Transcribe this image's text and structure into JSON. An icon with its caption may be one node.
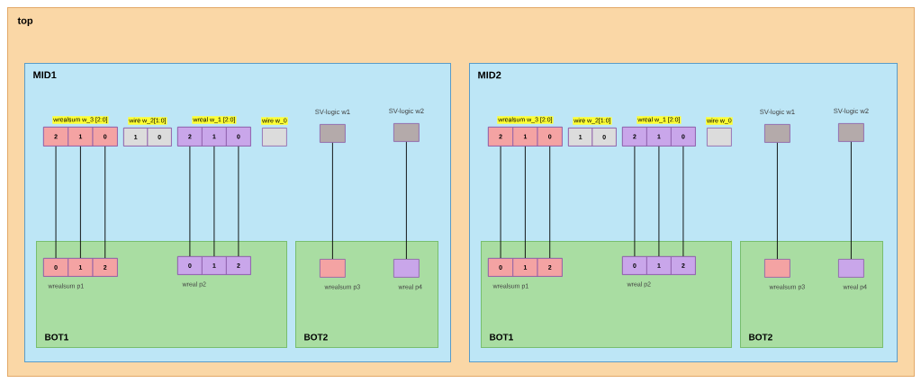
{
  "diagram": {
    "nodes": [
      {
        "text": [
          "top"
        ]
      },
      {
        "text": [
          "MID1"
        ],
        "in": 0
      },
      {
        "text": [
          "wrealsum w_3 [2:0]"
        ],
        "in": 1
      },
      {
        "text": [
          "2"
        ],
        "in": 2
      },
      {
        "text": [
          "1"
        ],
        "in": 2
      },
      {
        "text": [
          "0"
        ],
        "in": 2
      },
      {
        "text": [
          "wire w_2[1:0]"
        ],
        "in": 1
      },
      {
        "text": [
          "1"
        ],
        "in": 6
      },
      {
        "text": [
          "0"
        ],
        "in": 6
      },
      {
        "text": [
          "wreal w_1 [2:0]"
        ],
        "in": 1
      },
      {
        "text": [
          "2"
        ],
        "in": 9
      },
      {
        "text": [
          "1"
        ],
        "in": 9
      },
      {
        "text": [
          "0"
        ],
        "in": 9
      },
      {
        "text": [
          "wire w_0"
        ],
        "in": 1
      },
      {
        "text": [
          "SV-logic w1"
        ],
        "in": 1
      },
      {
        "text": [
          "SV-logic w2"
        ],
        "in": 1
      },
      {
        "text": [
          "BOT1"
        ],
        "in": 1
      },
      {
        "text": [
          "wrealsum p1"
        ],
        "in": 16
      },
      {
        "text": [
          "0"
        ],
        "in": 17
      },
      {
        "text": [
          "1"
        ],
        "in": 17
      },
      {
        "text": [
          "2"
        ],
        "in": 17
      },
      {
        "text": [
          "wreal p2"
        ],
        "in": 16
      },
      {
        "text": [
          "0"
        ],
        "in": 21
      },
      {
        "text": [
          "1"
        ],
        "in": 21
      },
      {
        "text": [
          "2"
        ],
        "in": 21
      },
      {
        "text": [
          "BOT2"
        ],
        "in": 1
      },
      {
        "text": [
          "wrealsum p3"
        ],
        "in": 25
      },
      {
        "text": [
          "wreal p4"
        ],
        "in": 25
      },
      {
        "text": [
          "MID2"
        ],
        "in": 0
      },
      {
        "text": [
          "wrealsum w_3 [2:0]"
        ],
        "in": 28
      },
      {
        "text": [
          "2"
        ],
        "in": 29
      },
      {
        "text": [
          "1"
        ],
        "in": 29
      },
      {
        "text": [
          "0"
        ],
        "in": 29
      },
      {
        "text": [
          "wire w_2[1:0]"
        ],
        "in": 28
      },
      {
        "text": [
          "1"
        ],
        "in": 33
      },
      {
        "text": [
          "0"
        ],
        "in": 33
      },
      {
        "text": [
          "wreal w_1 [2:0]"
        ],
        "in": 28
      },
      {
        "text": [
          "2"
        ],
        "in": 36
      },
      {
        "text": [
          "1"
        ],
        "in": 36
      },
      {
        "text": [
          "0"
        ],
        "in": 36
      },
      {
        "text": [
          "wire w_0"
        ],
        "in": 28
      },
      {
        "text": [
          "SV-logic w1"
        ],
        "in": 28
      },
      {
        "text": [
          "SV-logic w2"
        ],
        "in": 28
      },
      {
        "text": [
          "BOT1"
        ],
        "in": 28
      },
      {
        "text": [
          "wrealsum p1"
        ],
        "in": 43
      },
      {
        "text": [
          "0"
        ],
        "in": 44
      },
      {
        "text": [
          "1"
        ],
        "in": 44
      },
      {
        "text": [
          "2"
        ],
        "in": 44
      },
      {
        "text": [
          "wreal p2"
        ],
        "in": 43
      },
      {
        "text": [
          "0"
        ],
        "in": 48
      },
      {
        "text": [
          "1"
        ],
        "in": 48
      },
      {
        "text": [
          "2"
        ],
        "in": 48
      },
      {
        "text": [
          "BOT2"
        ],
        "in": 28
      },
      {
        "text": [
          "wrealsum p3"
        ],
        "in": 52
      },
      {
        "text": [
          "wreal p4"
        ],
        "in": 52
      }
    ],
    "edges": [
      {
        "from": 3,
        "to": 18,
        "arrow": "none"
      },
      {
        "from": 4,
        "to": 19,
        "arrow": "none"
      },
      {
        "from": 5,
        "to": 20,
        "arrow": "none"
      },
      {
        "from": 10,
        "to": 22,
        "arrow": "none"
      },
      {
        "from": 11,
        "to": 23,
        "arrow": "none"
      },
      {
        "from": 12,
        "to": 24,
        "arrow": "none"
      },
      {
        "from": 14,
        "to": 26,
        "arrow": "none"
      },
      {
        "from": 15,
        "to": 27,
        "arrow": "none"
      },
      {
        "from": 30,
        "to": 45,
        "arrow": "none"
      },
      {
        "from": 31,
        "to": 46,
        "arrow": "none"
      },
      {
        "from": 32,
        "to": 47,
        "arrow": "none"
      },
      {
        "from": 37,
        "to": 49,
        "arrow": "none"
      },
      {
        "from": 38,
        "to": 50,
        "arrow": "none"
      },
      {
        "from": 39,
        "to": 51,
        "arrow": "none"
      },
      {
        "from": 41,
        "to": 53,
        "arrow": "none"
      },
      {
        "from": 42,
        "to": 54,
        "arrow": "none"
      }
    ]
  }
}
